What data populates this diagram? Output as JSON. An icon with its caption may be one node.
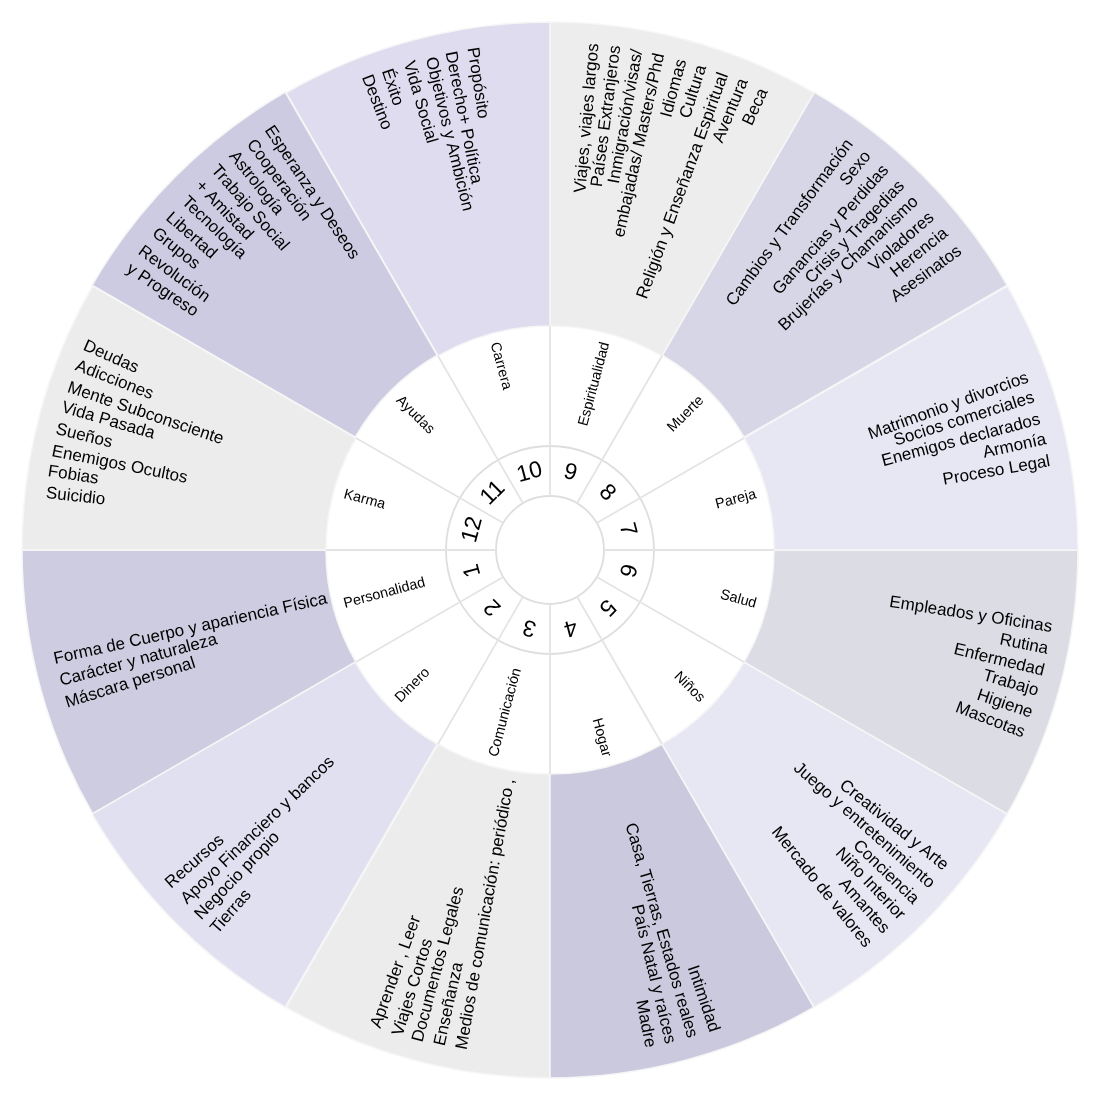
{
  "diagram": {
    "nodes": [
      {
        "text": [
          "1"
        ]
      },
      {
        "text": [
          "Personalidad"
        ]
      },
      {
        "text": [
          "Forma de Cuerpo y apariencia Física",
          "Carácter y naturaleza",
          "Máscara personal"
        ]
      },
      {
        "text": [
          "2"
        ]
      },
      {
        "text": [
          "Dinero"
        ]
      },
      {
        "text": [
          "Recursos",
          "Apoyo Financiero y bancos",
          "Negocio propio",
          "Tierras"
        ]
      },
      {
        "text": [
          "3"
        ]
      },
      {
        "text": [
          "Comunicación"
        ]
      },
      {
        "text": [
          "Aprender , Leer",
          "Viajes Cortos",
          "Documentos Legales",
          "Enseñanza",
          "Medios de comunicación: periódico ,"
        ]
      },
      {
        "text": [
          "4"
        ]
      },
      {
        "text": [
          "Hogar"
        ]
      },
      {
        "text": [
          "Intimidad",
          "Casa, Tierras, Estados reales",
          "País Natal y raíces",
          "Madre"
        ]
      },
      {
        "text": [
          "5"
        ]
      },
      {
        "text": [
          "Niños"
        ]
      },
      {
        "text": [
          "Creatividad y Arte",
          "Juego y entretenimiento",
          "Conciencia",
          "Niño Interior",
          "Amantes",
          "Mercado de valores"
        ]
      },
      {
        "text": [
          "6"
        ]
      },
      {
        "text": [
          "Salud"
        ]
      },
      {
        "text": [
          "Empleados y Oficinas",
          "Rutina",
          "Enfermedad",
          "Trabajo",
          "Higiene",
          "Mascotas"
        ]
      },
      {
        "text": [
          "7"
        ]
      },
      {
        "text": [
          "Pareja"
        ]
      },
      {
        "text": [
          "Matrimonio y divorcios",
          "Socios comerciales",
          "Enemigos declarados",
          "Armonía",
          "Proceso Legal"
        ]
      },
      {
        "text": [
          "8"
        ]
      },
      {
        "text": [
          "Muerte"
        ]
      },
      {
        "text": [
          "Cambios y Transformación",
          "Sexo",
          "Ganancias y Perdidas",
          "Crisis y Tragedias",
          "Brujerías y Chamanismo",
          "Violadores",
          "Herencia",
          "Asesinatos"
        ]
      },
      {
        "text": [
          "9"
        ]
      },
      {
        "text": [
          "Espiritualidad"
        ]
      },
      {
        "text": [
          "Viajes, viajes largos",
          "Países Extranjeros",
          "Inmigración/visas/",
          "embajadas/ Masters/Phd",
          "Idiomas",
          "Cultura",
          "Religión y Enseñanza Espiritual",
          "Aventura",
          "Beca"
        ]
      },
      {
        "text": [
          "10"
        ]
      },
      {
        "text": [
          "Carrera"
        ]
      },
      {
        "text": [
          "Propósito",
          "Derecho+ Política",
          "Objetivos y Ambición",
          "Vida Social",
          "Éxito",
          "Destino"
        ]
      },
      {
        "text": [
          "11"
        ]
      },
      {
        "text": [
          "Ayudas"
        ]
      },
      {
        "text": [
          "Esperanza y Deseos",
          "Cooperación",
          "Astrología",
          "Trabajo Social",
          "+ Amistad",
          "Tecnología",
          "Libertad",
          "Grupos",
          "Revolución",
          "y Progreso"
        ]
      },
      {
        "text": [
          "12"
        ]
      },
      {
        "text": [
          "Karma"
        ]
      },
      {
        "text": [
          "Deudas",
          "Adicciones",
          "Mente Subconsciente",
          "Vida Pasada",
          "Sueños",
          "Enemigos Ocultos",
          "Fobias",
          "Suicidio"
        ]
      }
    ]
  }
}
